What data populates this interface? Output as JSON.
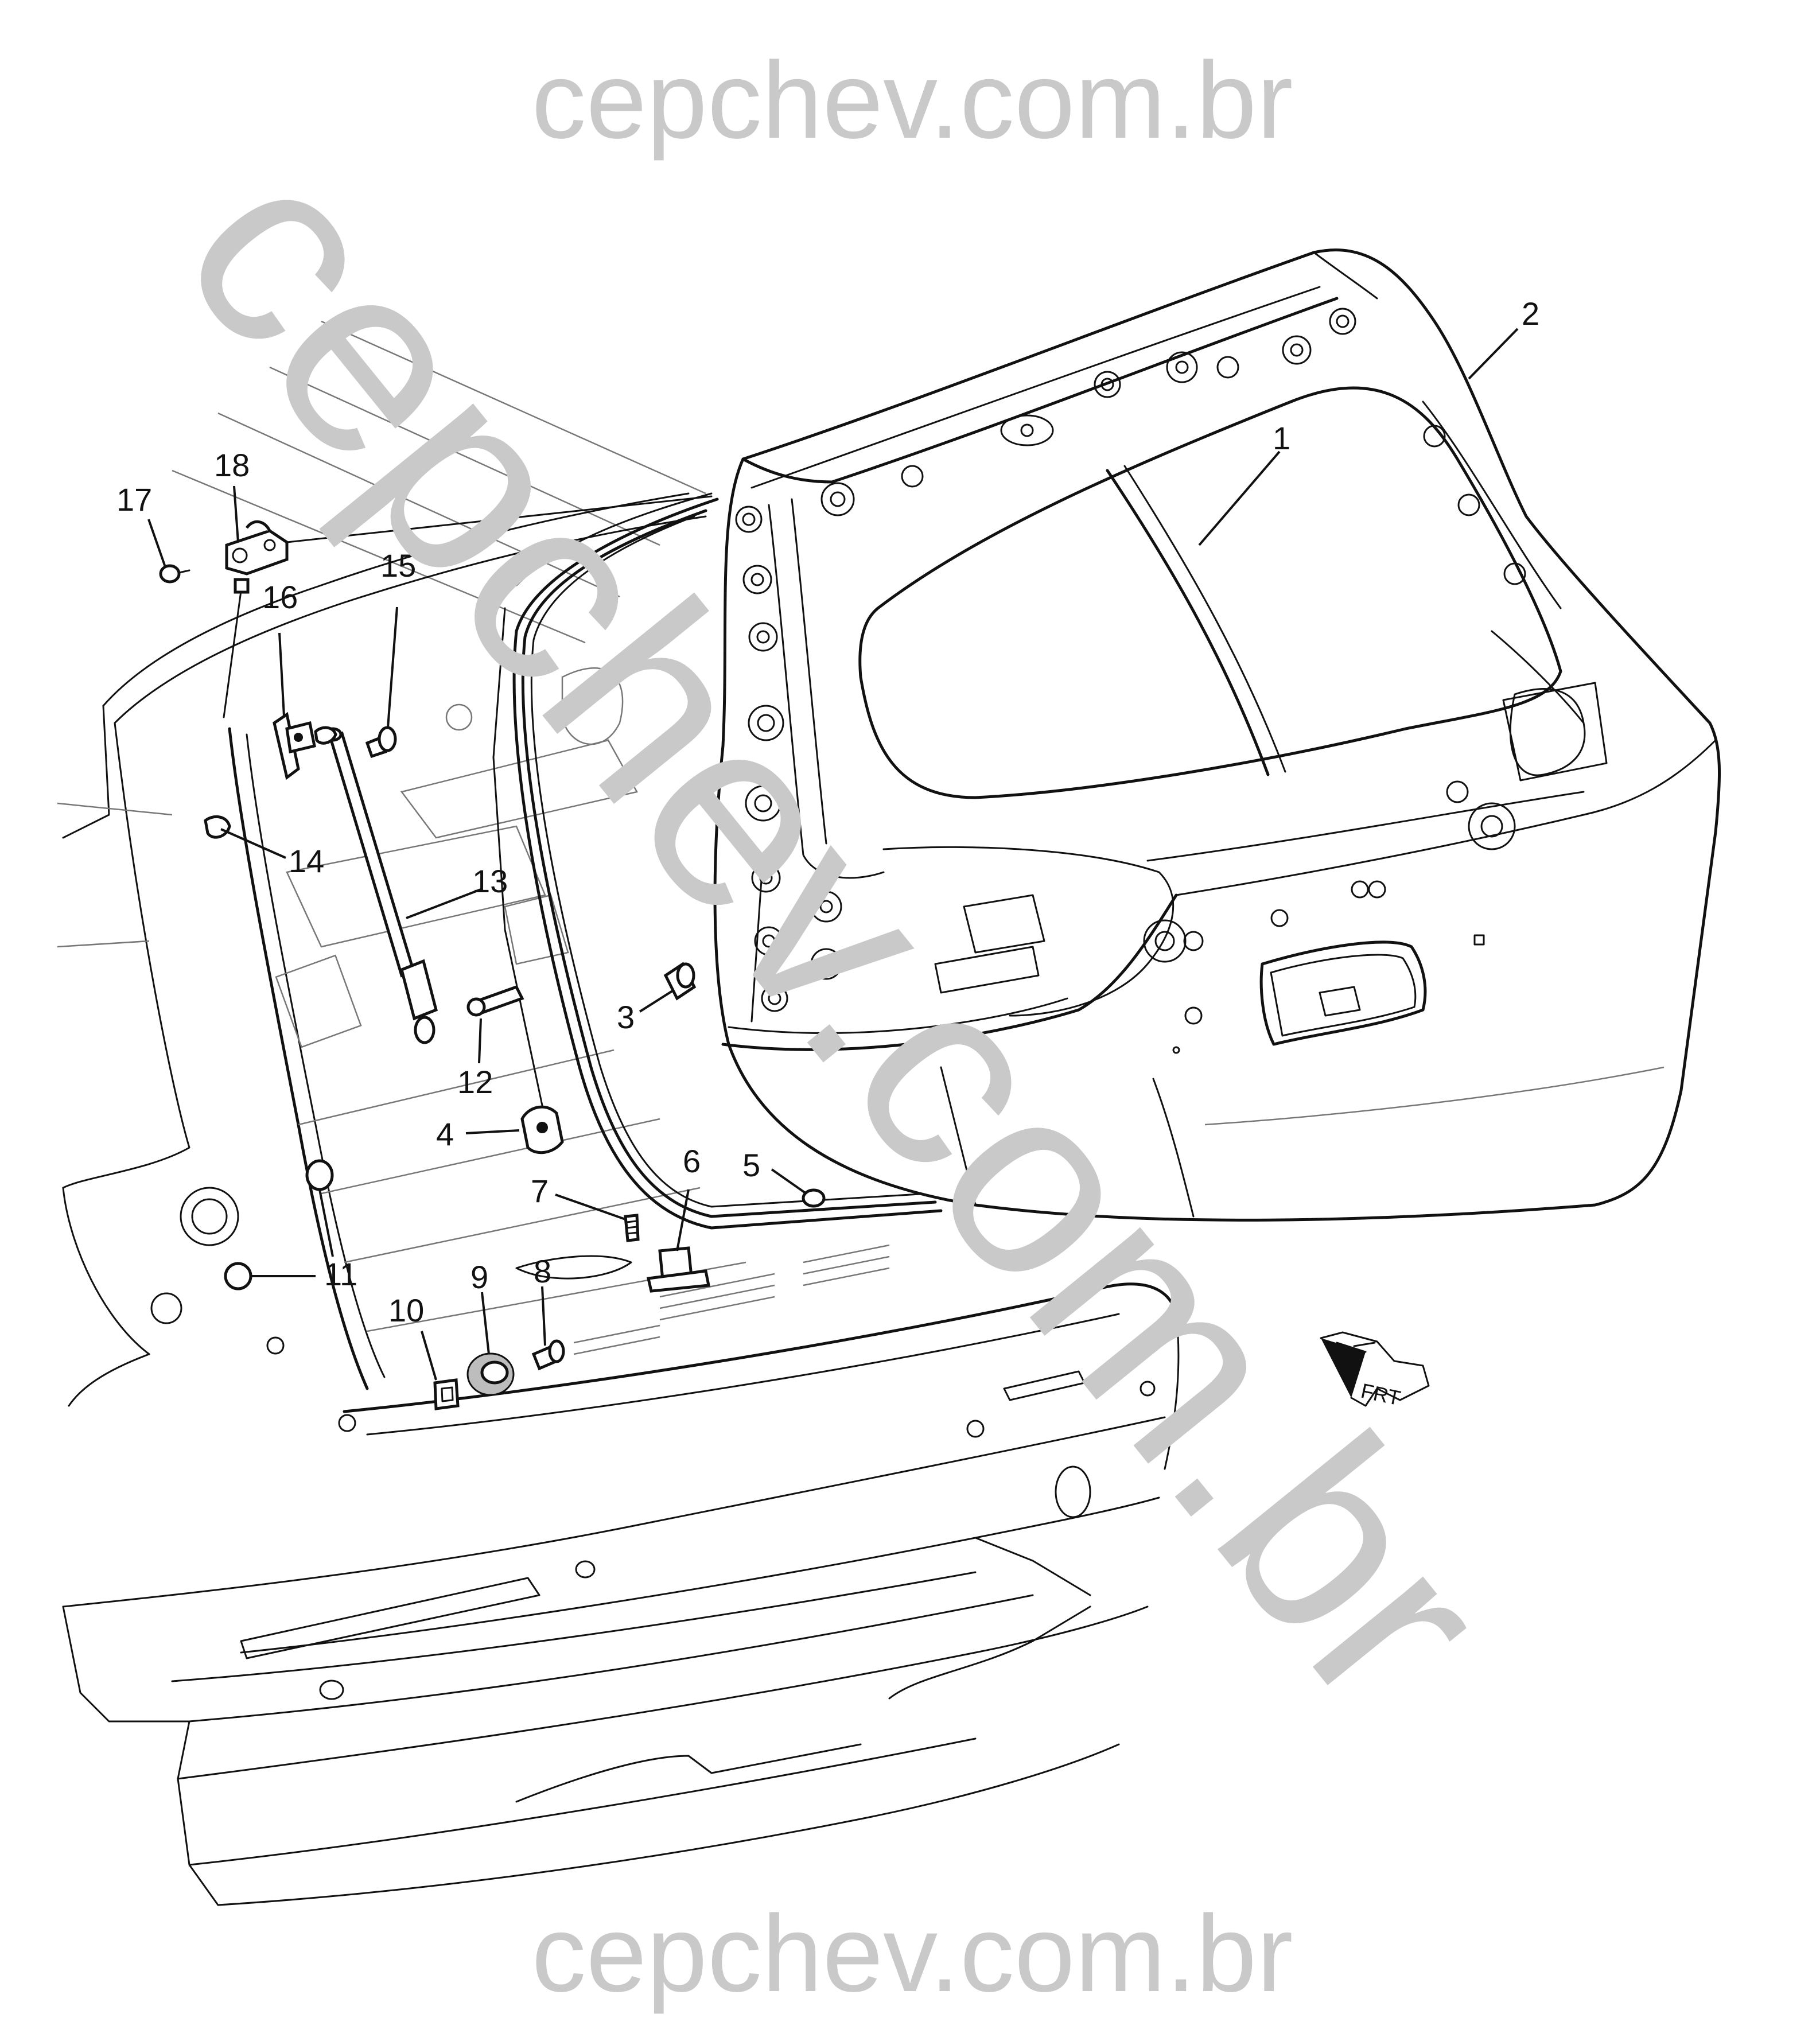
{
  "watermark": {
    "top": "cepchev.com.br",
    "diagonal": "cepchev.com.br",
    "bottom": "cepchev.com.br"
  },
  "direction_indicator": {
    "label": "FRT"
  },
  "callouts": [
    {
      "id": "1",
      "label": "1"
    },
    {
      "id": "2",
      "label": "2"
    },
    {
      "id": "3",
      "label": "3"
    },
    {
      "id": "4",
      "label": "4"
    },
    {
      "id": "5",
      "label": "5"
    },
    {
      "id": "6",
      "label": "6"
    },
    {
      "id": "7",
      "label": "7"
    },
    {
      "id": "8",
      "label": "8"
    },
    {
      "id": "9",
      "label": "9"
    },
    {
      "id": "10",
      "label": "10"
    },
    {
      "id": "11",
      "label": "11"
    },
    {
      "id": "12",
      "label": "12"
    },
    {
      "id": "13",
      "label": "13"
    },
    {
      "id": "14",
      "label": "14"
    },
    {
      "id": "15",
      "label": "15"
    },
    {
      "id": "16",
      "label": "16"
    },
    {
      "id": "17",
      "label": "17"
    },
    {
      "id": "18",
      "label": "18"
    }
  ]
}
